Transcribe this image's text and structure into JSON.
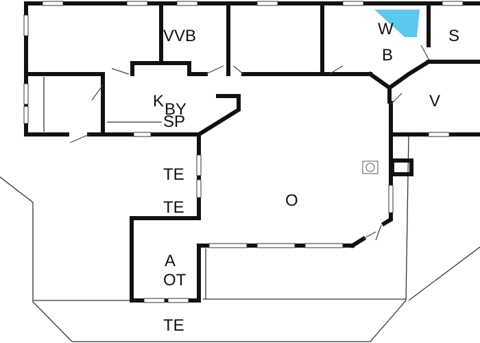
{
  "colors": {
    "wall": "#111111",
    "water_fixture": "#5bc8f0",
    "background": "#ffffff"
  },
  "rooms": {
    "vvb": "VVB",
    "w": "W",
    "s": "S",
    "b": "B",
    "k": "K",
    "by": "BY",
    "sp": "SP",
    "v": "V",
    "o": "O",
    "te_1": "TE",
    "te_2": "TE",
    "a": "A",
    "ot": "OT",
    "te_3": "TE"
  },
  "icons": {
    "stove": "wood-stove-icon",
    "water": "water-fixture-icon"
  }
}
